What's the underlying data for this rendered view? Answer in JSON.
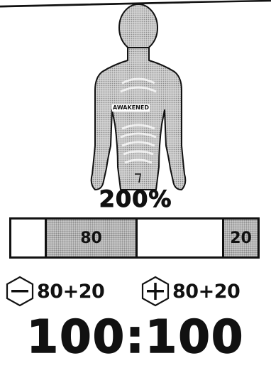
{
  "figure": {
    "label": "AWAKENED",
    "multiplier": "200%"
  },
  "bar": {
    "left_value": "80",
    "right_value": "20"
  },
  "operations": {
    "minus_text": "80+20",
    "plus_text": "80+20"
  },
  "score": {
    "text": "100:100"
  },
  "colors": {
    "ink": "#111111",
    "screentone": "#c8c8c8"
  }
}
